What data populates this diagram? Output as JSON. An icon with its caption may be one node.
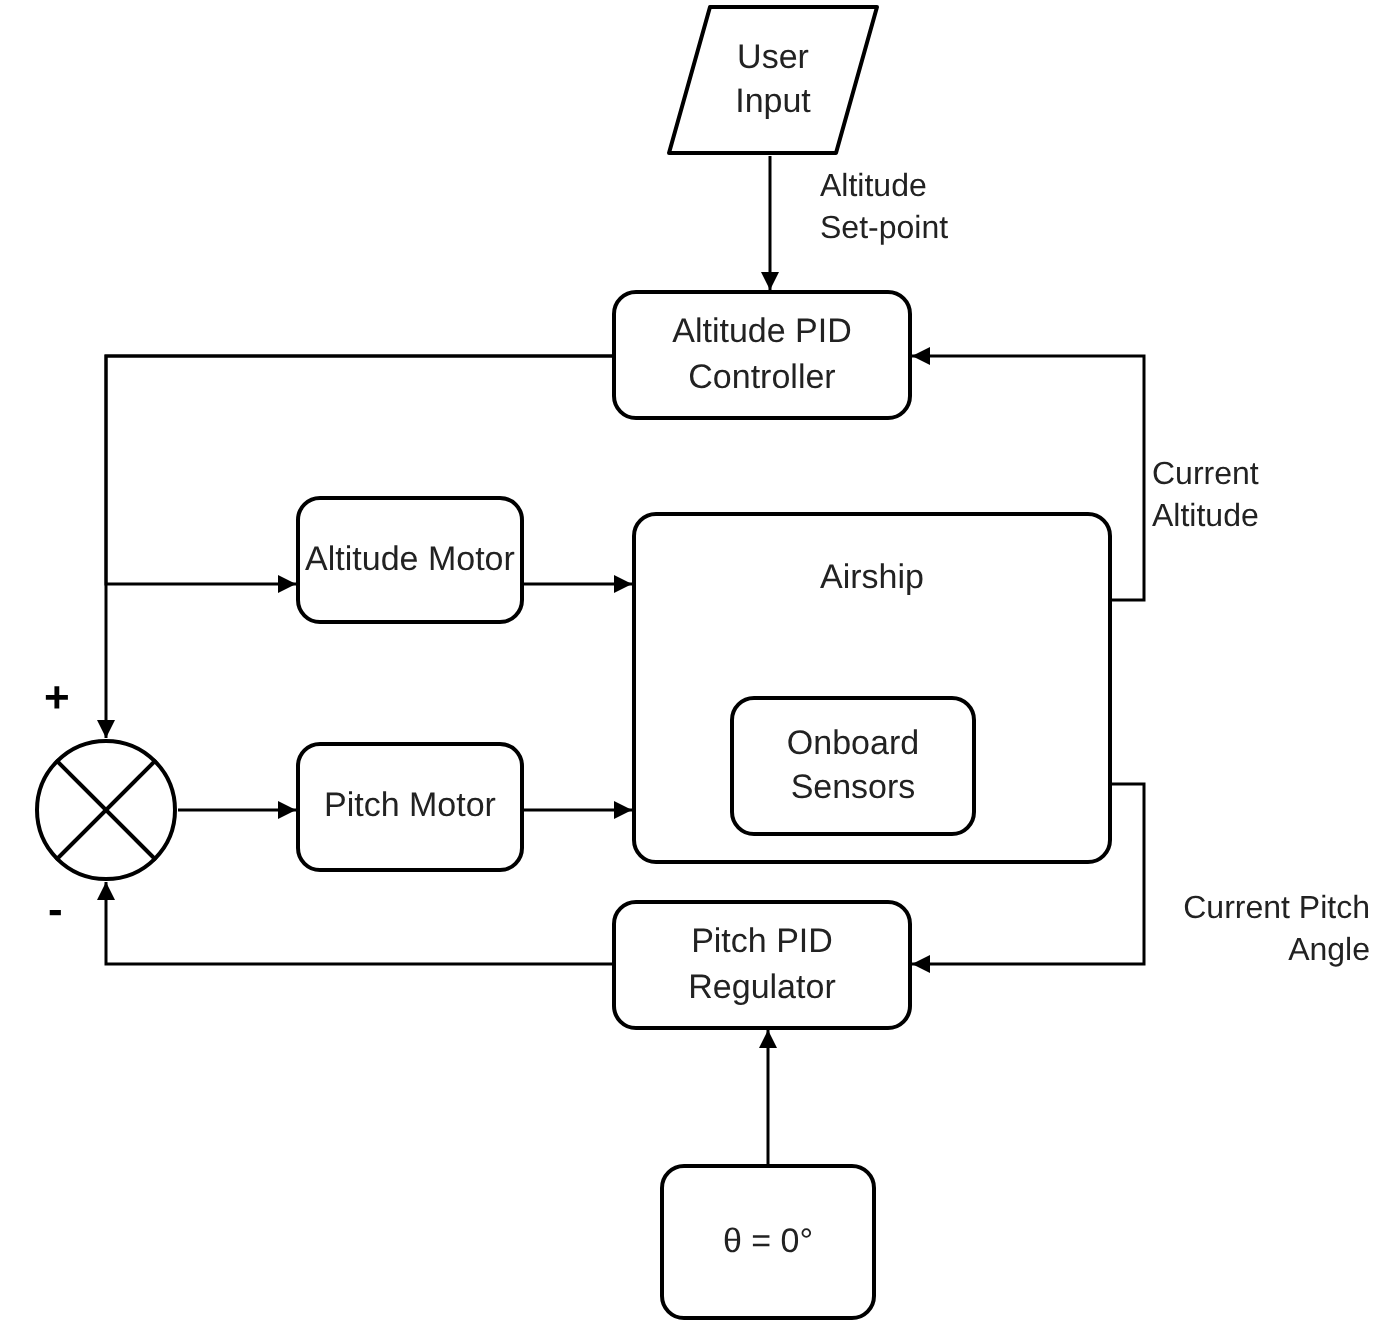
{
  "diagram": {
    "nodes": [
      {
        "text": [
          "User Input"
        ]
      },
      {
        "text": [
          "Altitude PID Controller"
        ]
      },
      {
        "text": [
          "Altitude Motor"
        ]
      },
      {
        "text": [
          "Airship"
        ]
      },
      {
        "text": [
          "Onboard Sensors"
        ],
        "in": 3
      },
      {
        "text": [],
        "shape": "circle",
        "beside": [
          "+",
          "-"
        ]
      },
      {
        "text": [
          "Pitch Motor"
        ]
      },
      {
        "text": [
          "Pitch PID Regulator"
        ]
      },
      {
        "text": [
          "θ = 0°"
        ]
      }
    ],
    "edges": [
      {
        "from": 0,
        "to": 1,
        "arrow": "to",
        "label": "Altitude Set-point"
      },
      {
        "from": 1,
        "to": 5,
        "arrow": "to"
      },
      {
        "from": 1,
        "to": 2,
        "arrow": "to"
      },
      {
        "from": 2,
        "to": 3,
        "arrow": "to"
      },
      {
        "from": 3,
        "to": 1,
        "arrow": "to",
        "label": "Current Altitude"
      },
      {
        "from": 5,
        "to": 6,
        "arrow": "to"
      },
      {
        "from": 6,
        "to": 3,
        "arrow": "to"
      },
      {
        "from": 3,
        "to": 7,
        "arrow": "to",
        "label": "Current Pitch Angle"
      },
      {
        "from": 7,
        "to": 5,
        "arrow": "to"
      },
      {
        "from": 8,
        "to": 7,
        "arrow": "to"
      }
    ]
  }
}
